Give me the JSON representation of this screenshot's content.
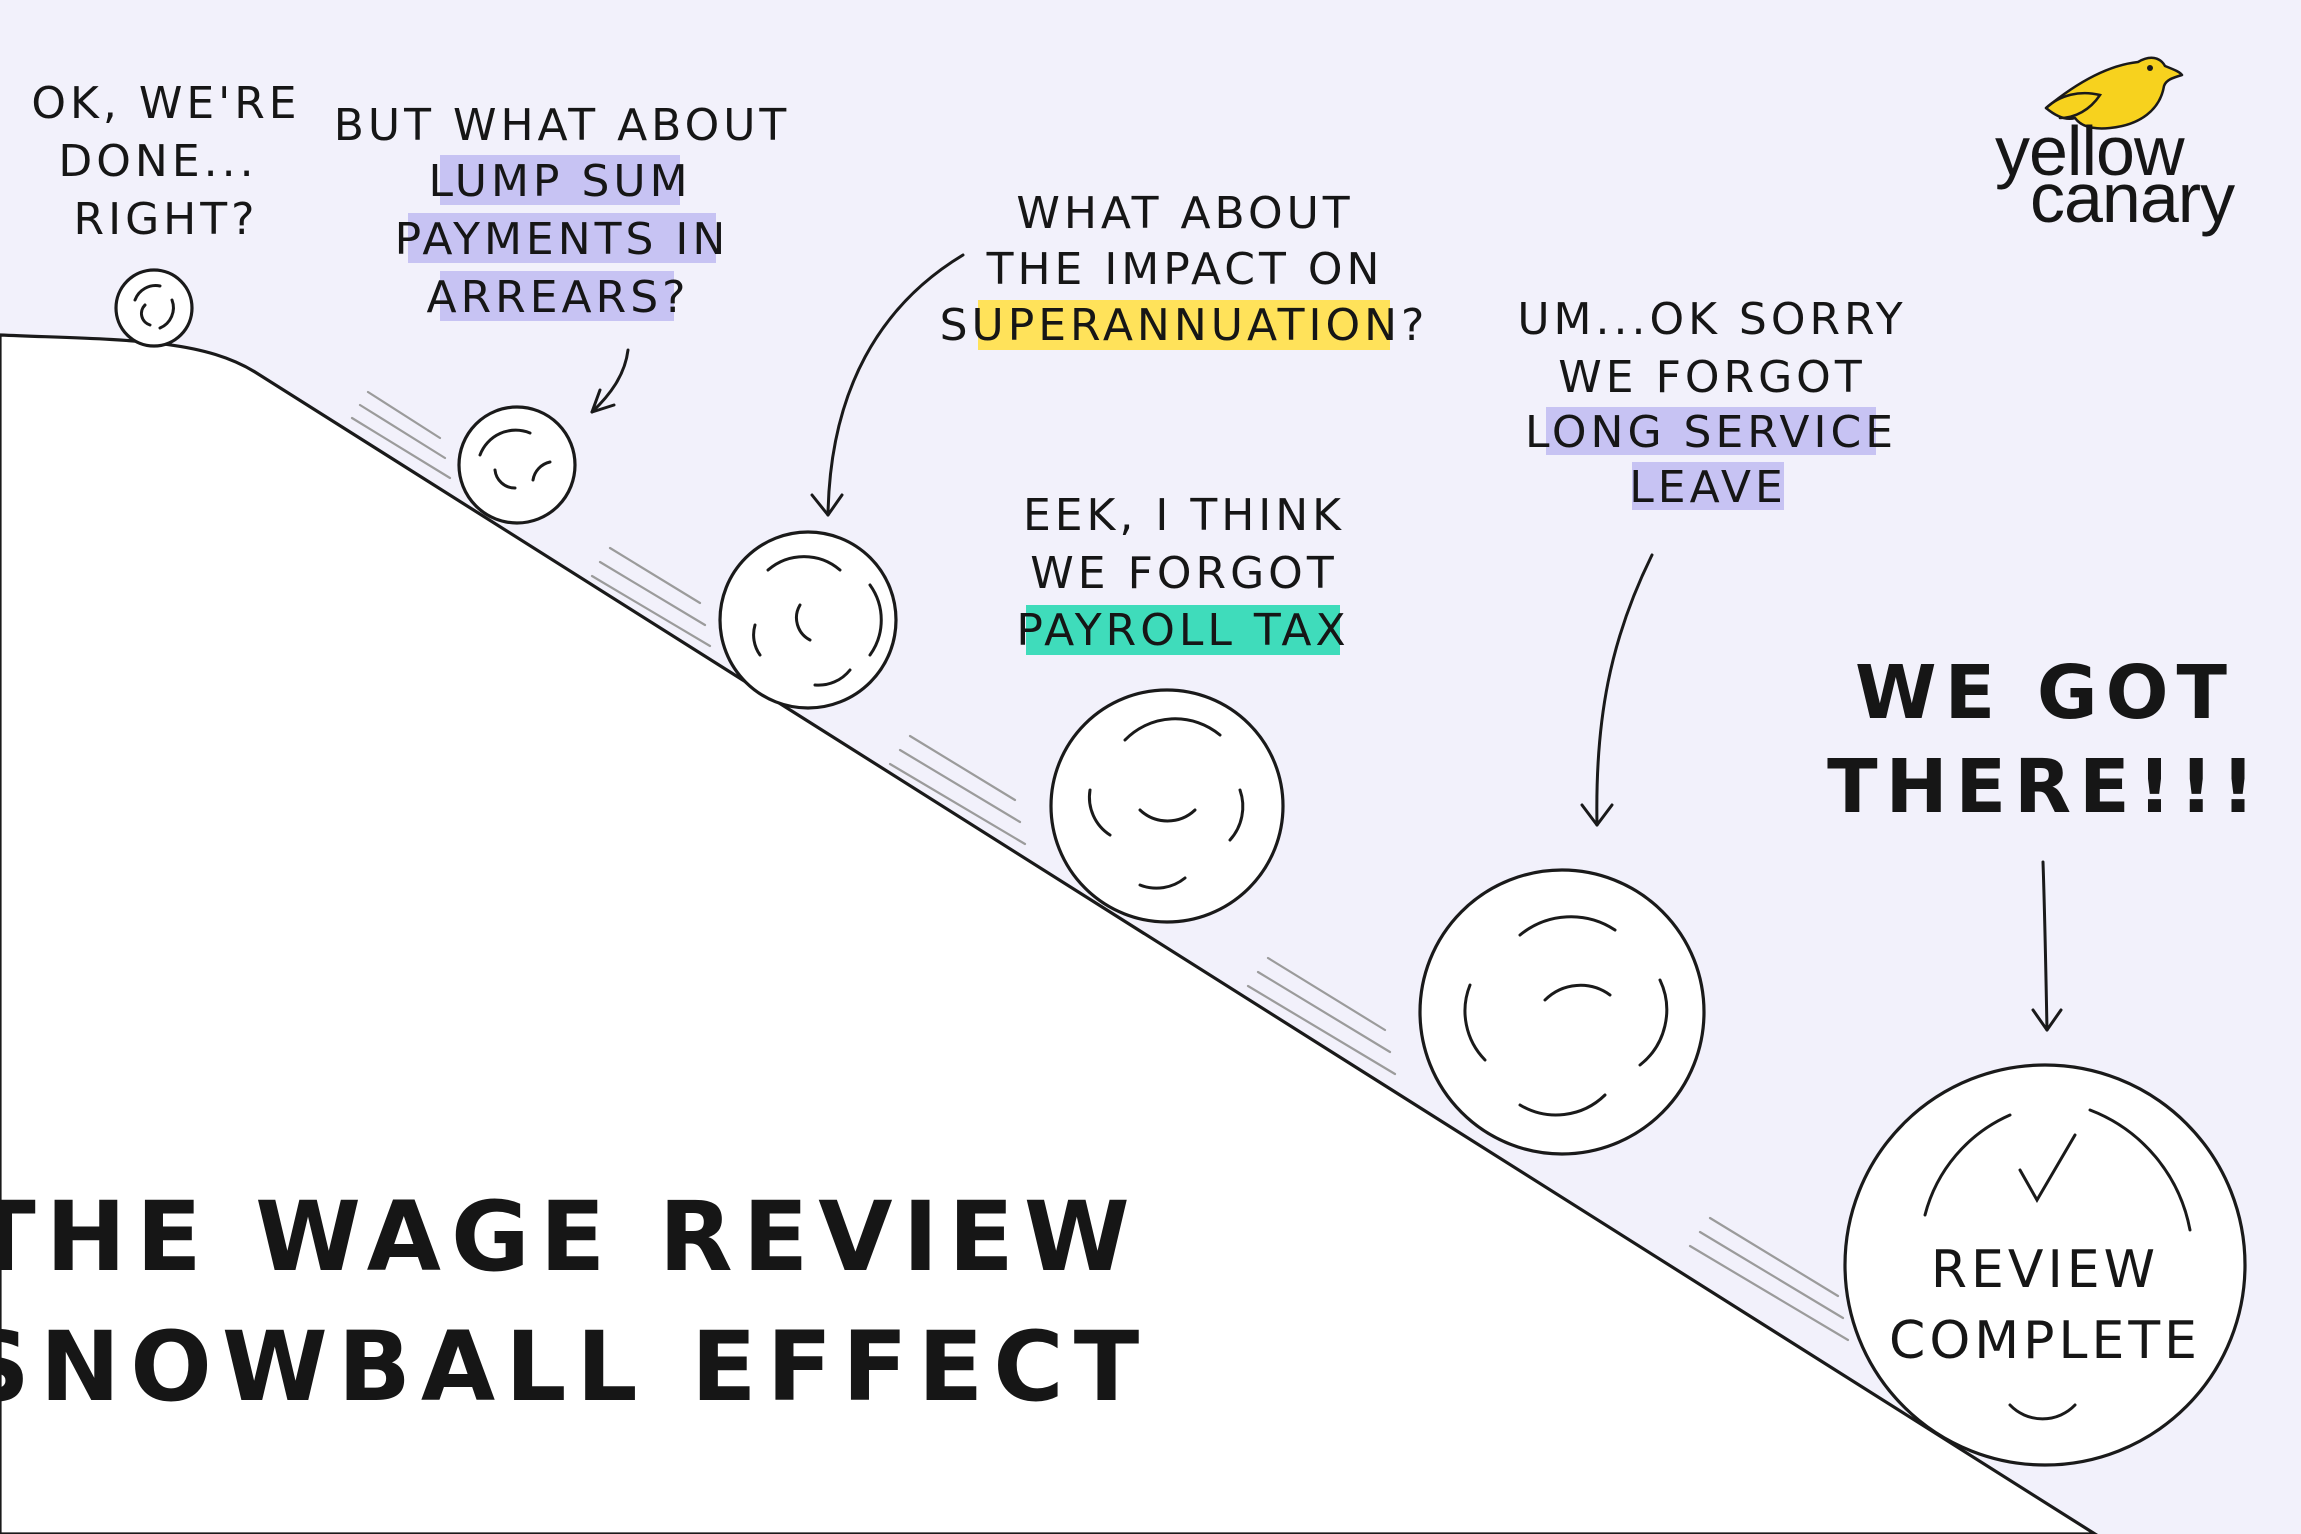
{
  "colors": {
    "background": "#f2f1fb",
    "slope": "#ffffff",
    "highlight_purple": "#c7c3f3",
    "highlight_yellow": "#ffe25a",
    "highlight_teal": "#3fdcbb",
    "bird_yellow": "#f7d21e"
  },
  "logo": {
    "line1": "yellow",
    "line2": "canary",
    "icon": "canary-bird-icon"
  },
  "title": {
    "line1": "THE WAGE REVIEW",
    "line2": "SNOWBALL EFFECT"
  },
  "captions": {
    "done": [
      "OK, WE'RE",
      "DONE...",
      "RIGHT?"
    ],
    "lump": {
      "line1": "BUT WHAT ABOUT",
      "hl1": "LUMP SUM",
      "hl2": "PAYMENTS IN",
      "hl3": "ARREARS?"
    },
    "super": {
      "line1": "WHAT ABOUT",
      "line2": "THE IMPACT ON",
      "hl": "SUPERANNUATION?"
    },
    "payroll": {
      "line1": "EEK, I THINK",
      "line2": "WE FORGOT",
      "hl": "PAYROLL TAX"
    },
    "leave": {
      "line1": "UM...OK SORRY",
      "line2": "WE FORGOT",
      "hl1": "LONG SERVICE",
      "hl2": "LEAVE"
    },
    "done_final": {
      "line1": "WE GOT",
      "line2": "THERE!!!"
    }
  },
  "final_ball": {
    "line1": "REVIEW",
    "line2": "COMPLETE",
    "icon": "checkmark-icon"
  }
}
